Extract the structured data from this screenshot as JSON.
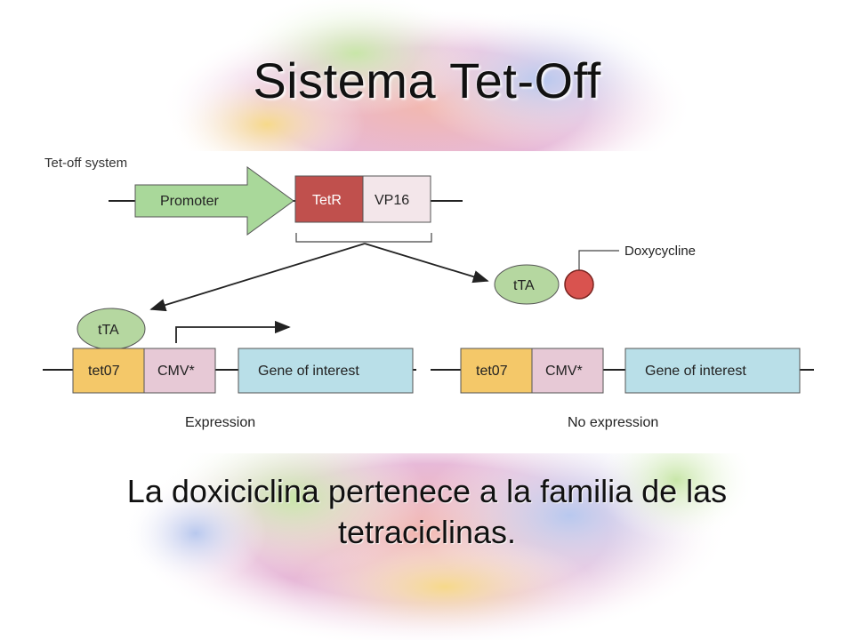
{
  "slide": {
    "title": "Sistema Tet-Off",
    "caption_line1": "La doxiciclina pertenece a la familia de las",
    "caption_line2": "tetraciclinas."
  },
  "figure": {
    "system_label": "Tet-off system",
    "promoter_label": "Promoter",
    "tetr_label": "TetR",
    "vp16_label": "VP16",
    "tta_label": "tTA",
    "doxycycline_label": "Doxycycline",
    "tet07_label": "tet07",
    "cmv_label": "CMV*",
    "gene_label": "Gene of interest",
    "expression_label": "Expression",
    "no_expression_label": "No expression"
  },
  "colors": {
    "promoter_fill": "#a9d89a",
    "tetr_fill": "#c0504d",
    "vp16_fill": "#f3e6ea",
    "tta_fill": "#b5d7a0",
    "doxy_fill": "#d9534f",
    "tet07_fill": "#f4c869",
    "cmv_fill": "#e7c9d6",
    "gene_fill": "#b9dfe8"
  }
}
